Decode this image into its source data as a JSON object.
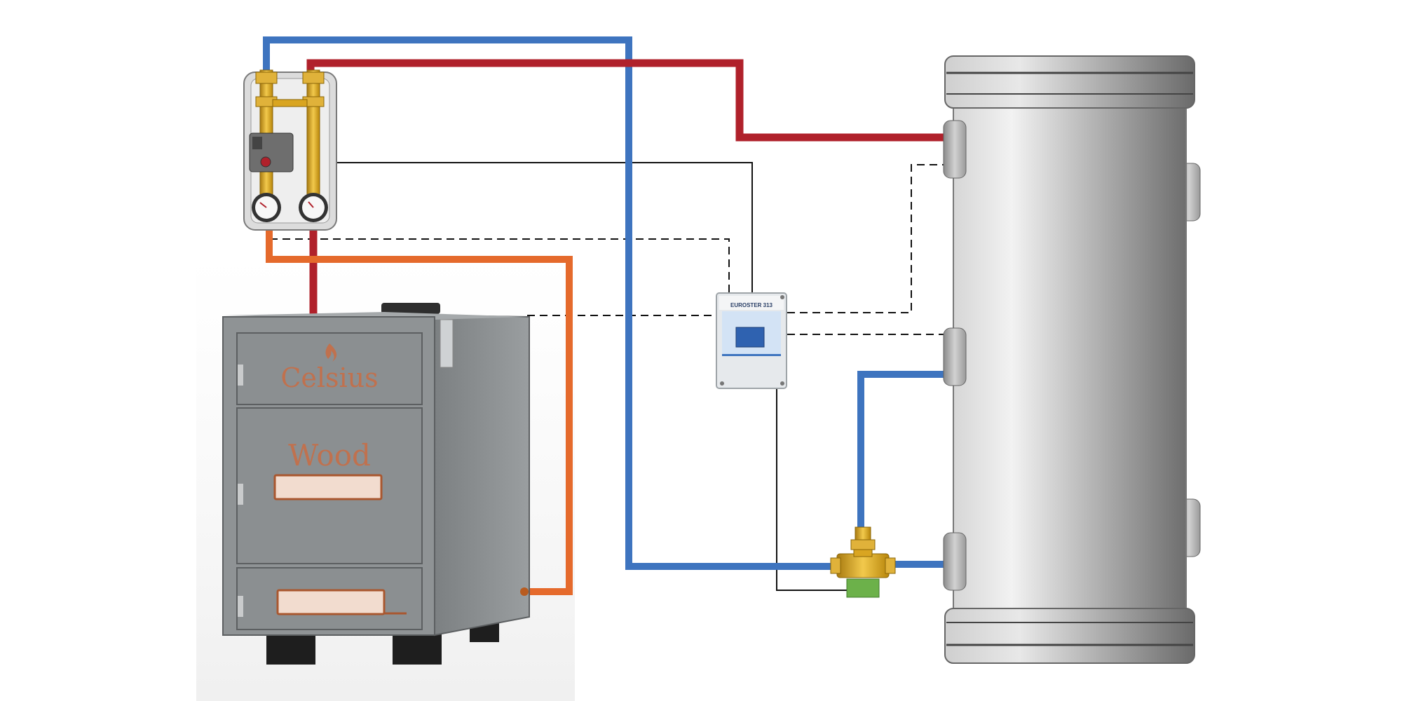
{
  "boiler": {
    "brand_text": "Celsius",
    "fuel_text": "Wood"
  },
  "controller": {
    "brand_text": "EUROSTER 313"
  },
  "colors": {
    "pipe_flow_hot": "#b0212b",
    "pipe_return_cold": "#3e74bf",
    "pipe_boiler_return": "#e56a2c",
    "lettering": "#c0714e",
    "boiler_body": "#8f9395",
    "tank_body": "#a9a9a9",
    "brass": "#d9a521"
  },
  "icons": {
    "pump_group": "pump-station-icon",
    "three_way_valve": "three-way-valve-icon",
    "controller": "temperature-controller-icon",
    "boiler": "wood-boiler-icon",
    "tank": "buffer-tank-icon"
  }
}
